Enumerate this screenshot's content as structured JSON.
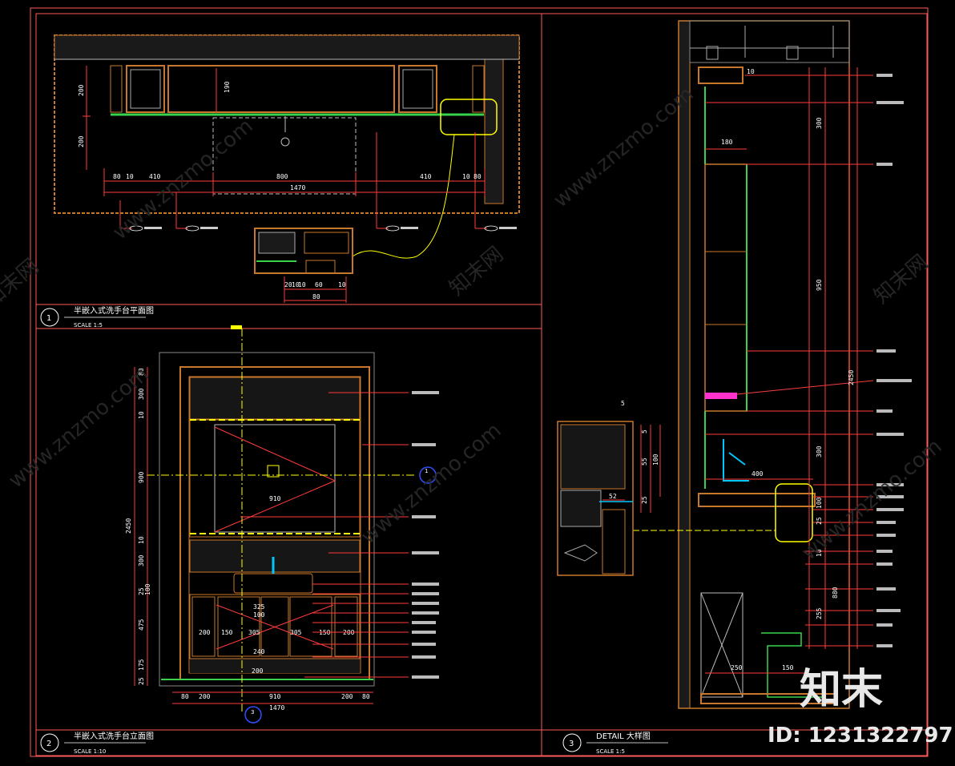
{
  "panels": {
    "p1": {
      "num": "1",
      "title": "半嵌入式洗手台平面图",
      "scale": "SCALE   1:5"
    },
    "p2": {
      "num": "2",
      "title": "半嵌入式洗手台立面图",
      "scale": "SCALE   1:10"
    },
    "p3": {
      "num": "3",
      "title": "DETAIL  大样图",
      "scale": "SCALE   1:5"
    }
  },
  "plan_dims": {
    "left_v1": "200",
    "left_v2": "200",
    "mid_v": "190",
    "row": [
      "80",
      "10",
      "410",
      "800",
      "410",
      "10",
      "80"
    ],
    "total": "1470",
    "small_row": [
      "20",
      "10",
      "10",
      "60",
      "10"
    ],
    "small_total": "80"
  },
  "elev_dims": {
    "left": [
      "80",
      "300",
      "10",
      "900",
      "10",
      "300",
      "25",
      "100",
      "475",
      "175",
      "25"
    ],
    "total_v": "2450",
    "bottom": [
      "80",
      "200",
      "910",
      "200",
      "80"
    ],
    "total_h": "1470",
    "mirror_w": "910",
    "inner": [
      "200",
      "150",
      "305",
      "305",
      "150",
      "200"
    ],
    "stack": [
      "240",
      "100",
      "325",
      "200"
    ]
  },
  "detail_dims": {
    "top": "10",
    "w180": "180",
    "h300": "300",
    "h950": "950",
    "h300b": "300",
    "h2450": "2450",
    "w400": "400",
    "h100": "100",
    "h25": "25",
    "h10": "10",
    "h880": "880",
    "h255": "255",
    "w250": "250",
    "w150": "150",
    "sub": [
      "5",
      "5",
      "55",
      "100",
      "25",
      "52"
    ]
  },
  "watermark": {
    "site": "www.znzmo.com",
    "cn": "知末网"
  },
  "brand": {
    "logo": "知末",
    "id": "ID: 1231322797"
  },
  "colors": {
    "frame": "#ff5a5a",
    "wood": "#c8782d",
    "green": "#39d24a",
    "yellow": "#ffff00",
    "cyan": "#00c8ff",
    "blue": "#2f4fff"
  }
}
